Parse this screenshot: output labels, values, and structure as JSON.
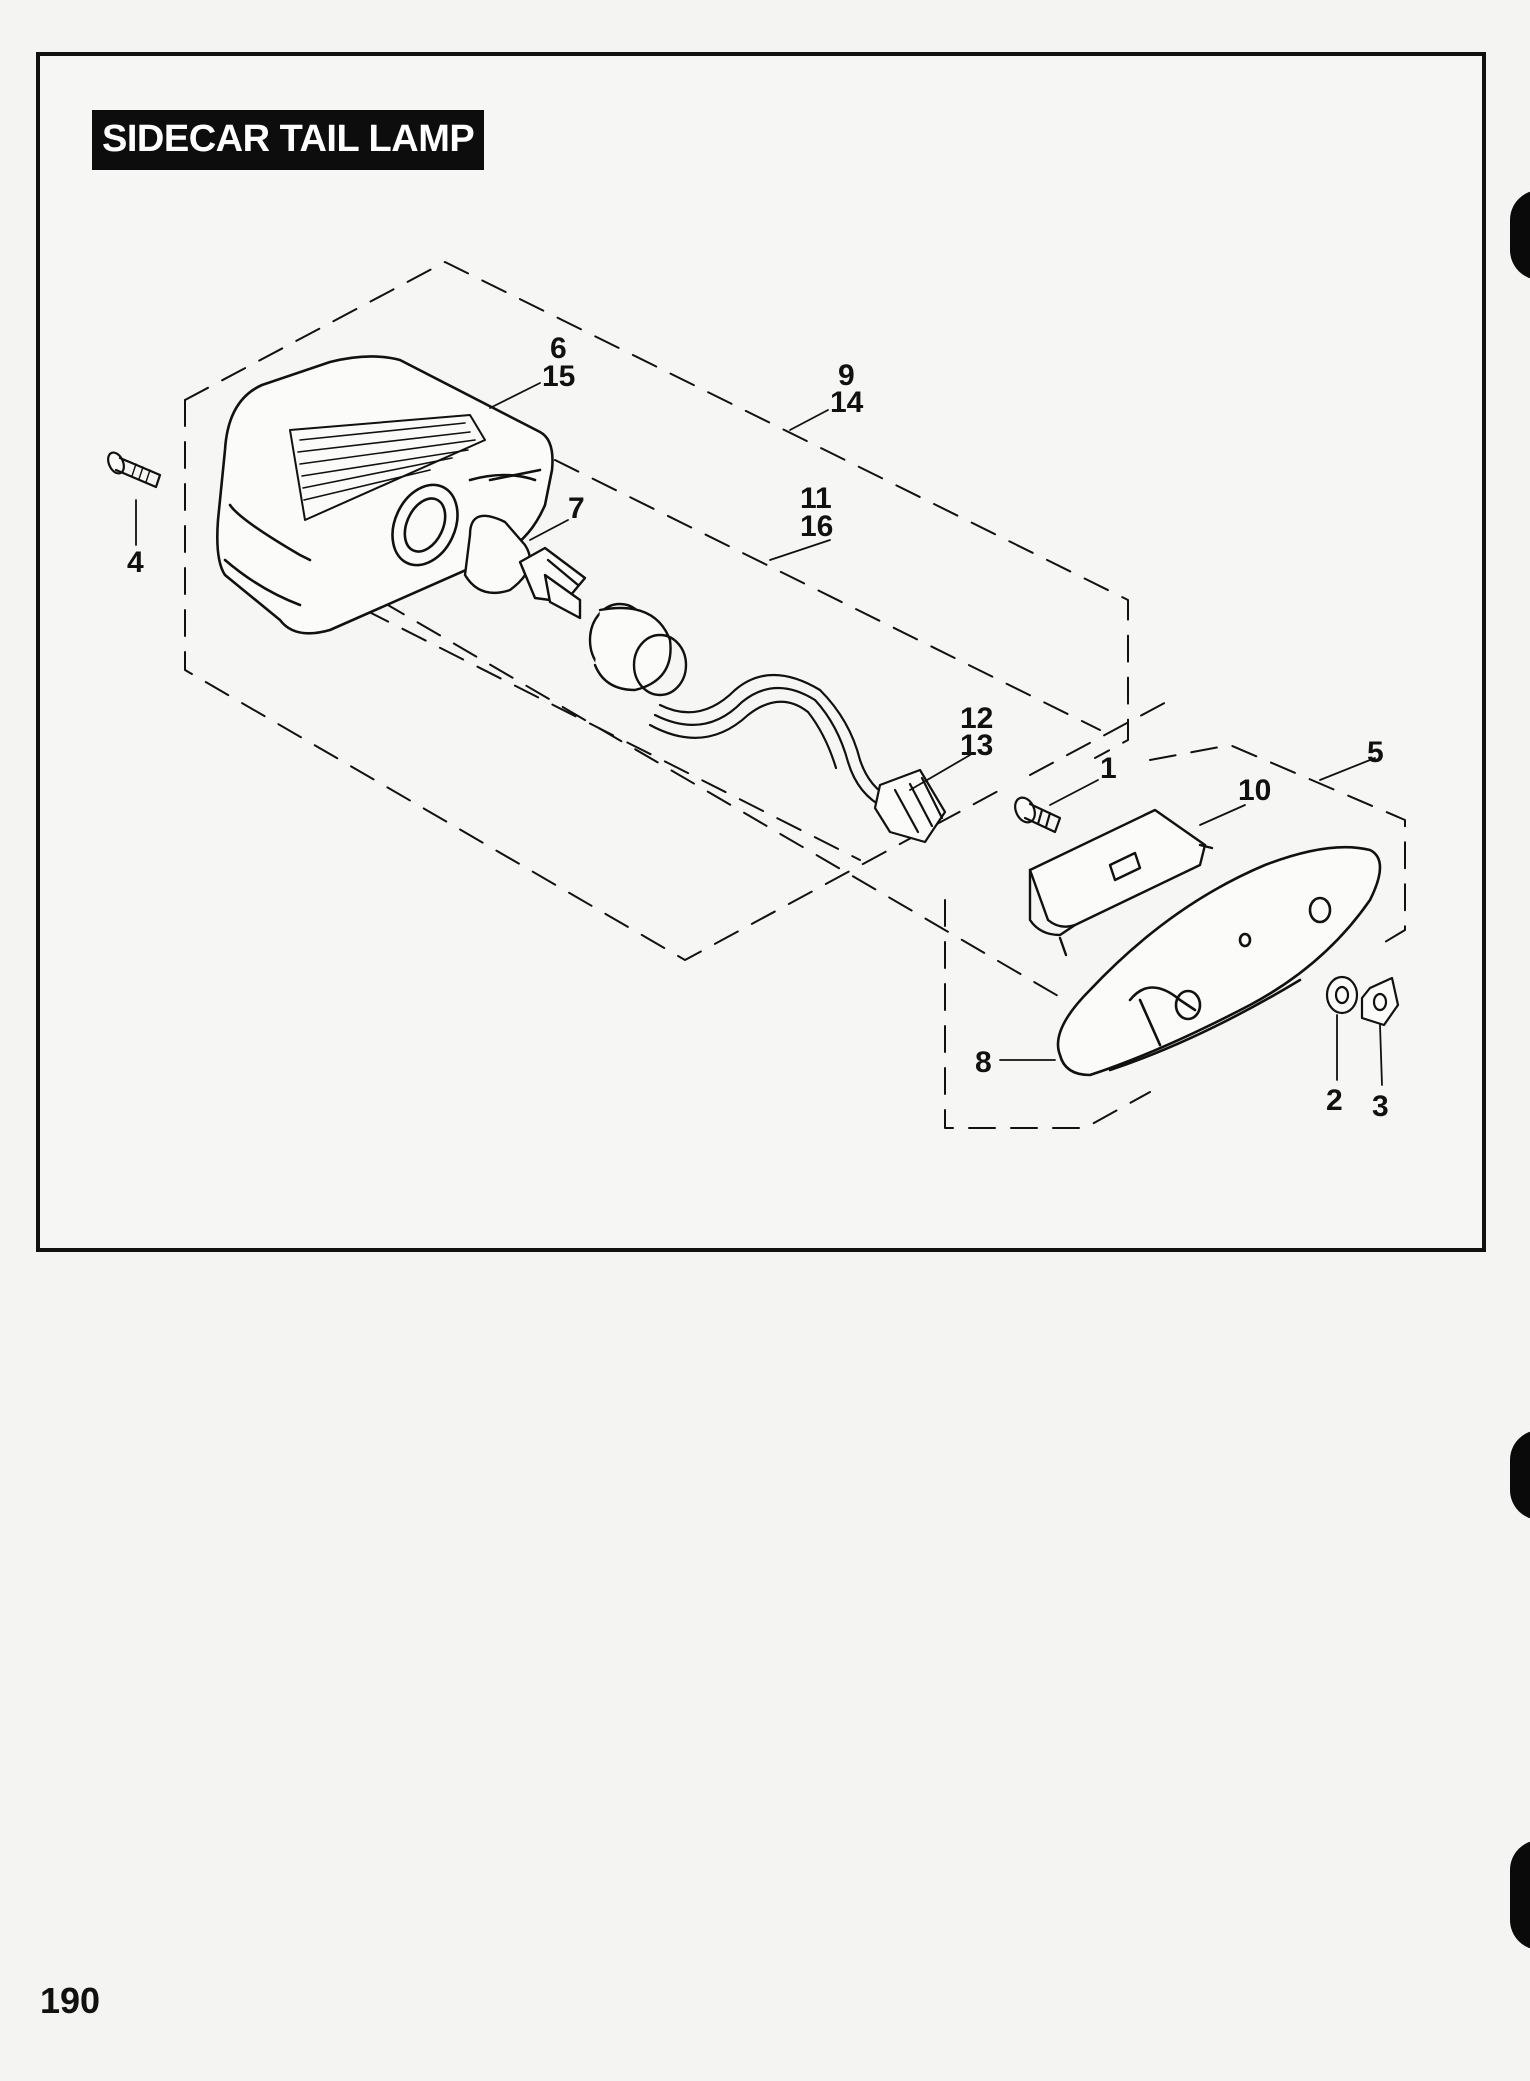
{
  "title": "SIDECAR TAIL LAMP",
  "page_number": "190",
  "callouts": {
    "c1": "1",
    "c2": "2",
    "c3": "3",
    "c4": "4",
    "c5": "5",
    "c6": "6",
    "c7": "7",
    "c8": "8",
    "c9": "9",
    "c10": "10",
    "c11": "11",
    "c12": "12",
    "c13": "13",
    "c14": "14",
    "c15": "15",
    "c16": "16"
  },
  "colors": {
    "ink": "#111111",
    "paper": "#f4f4f2",
    "title_background": "#0d0d0d",
    "title_text": "#ffffff"
  }
}
